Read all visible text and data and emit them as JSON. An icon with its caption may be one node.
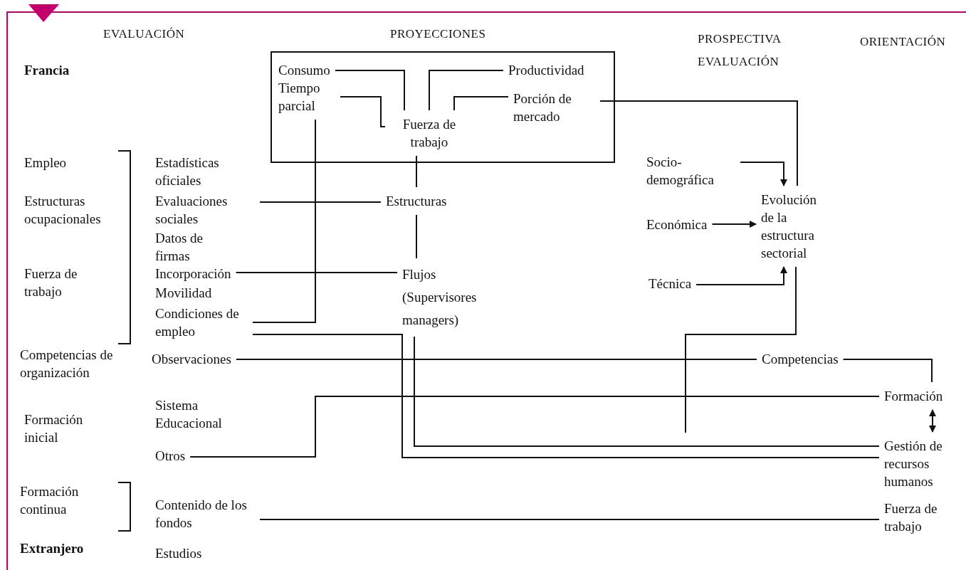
{
  "diagram": {
    "nodes": [
      {
        "text": [],
        "shape": "box"
      },
      {
        "text": [
          "Consumo"
        ],
        "in": 0
      },
      {
        "text": [
          "Tiempo parcial"
        ],
        "in": 0
      },
      {
        "text": [
          "Productividad"
        ],
        "in": 0
      },
      {
        "text": [
          "Porción de mercado"
        ],
        "in": 0
      },
      {
        "text": [
          "Fuerza de trabajo"
        ],
        "in": 0
      },
      {
        "text": [
          "Evaluaciones sociales"
        ]
      },
      {
        "text": [
          "Estructuras"
        ]
      },
      {
        "text": [
          "Socio- demográfica"
        ]
      },
      {
        "text": [
          "Evolución de la estructura sectorial"
        ]
      },
      {
        "text": [
          "Económica"
        ]
      },
      {
        "text": [
          "Incorporación"
        ]
      },
      {
        "text": [
          "Flujos (Supervisores managers)"
        ]
      },
      {
        "text": [
          "Técnica"
        ]
      },
      {
        "text": [
          "Condiciones de empleo"
        ]
      },
      {
        "text": [
          "Observaciones"
        ]
      },
      {
        "text": [
          "Competencias"
        ]
      },
      {
        "text": [
          "Formación"
        ]
      },
      {
        "text": [
          "Otros"
        ]
      },
      {
        "text": [
          "Gestión de recursos humanos"
        ]
      },
      {
        "text": [
          "Contenido de los fondos"
        ]
      },
      {
        "text": [
          "Fuerza de trabajo"
        ]
      }
    ],
    "edges": [
      {
        "from": 1,
        "to": 5,
        "arrow": "none"
      },
      {
        "from": 2,
        "to": 5,
        "arrow": "none"
      },
      {
        "from": 3,
        "to": 5,
        "arrow": "none"
      },
      {
        "from": 4,
        "to": 5,
        "arrow": "none"
      },
      {
        "from": 4,
        "to": 9,
        "arrow": "none"
      },
      {
        "from": 5,
        "to": 7,
        "arrow": "none"
      },
      {
        "from": 6,
        "to": 7,
        "arrow": "none"
      },
      {
        "from": 7,
        "to": 12,
        "arrow": "none"
      },
      {
        "from": 11,
        "to": 12,
        "arrow": "none"
      },
      {
        "from": 2,
        "to": 14,
        "arrow": "none"
      },
      {
        "from": 8,
        "to": 9,
        "arrow": "to"
      },
      {
        "from": 10,
        "to": 9,
        "arrow": "to"
      },
      {
        "from": 13,
        "to": 9,
        "arrow": "to"
      },
      {
        "from": 9,
        "to": null,
        "arrow": "none"
      },
      {
        "from": 14,
        "to": 19,
        "arrow": "none"
      },
      {
        "from": 12,
        "to": 19,
        "arrow": "none"
      },
      {
        "from": 15,
        "to": 16,
        "arrow": "none"
      },
      {
        "from": 16,
        "to": 17,
        "arrow": "none"
      },
      {
        "from": 18,
        "to": 17,
        "arrow": "none"
      },
      {
        "from": 17,
        "to": 19,
        "arrow": "both"
      },
      {
        "from": 20,
        "to": 21,
        "arrow": "none"
      }
    ],
    "labels": [
      "EVALUACIÓN",
      "PROYECCIONES",
      "PROSPECTIVA",
      "ORIENTACIÓN",
      "EVALUACIÓN",
      "Francia",
      "Empleo",
      "Estadísticas oficiales",
      "Estructuras ocupacionales",
      "Datos de firmas",
      "Fuerza de trabajo",
      "Movilidad",
      "Competencias de organización",
      "Formación inicial",
      "Sistema Educacional",
      "Formación continua",
      "Extranjero",
      "Estudios"
    ]
  }
}
